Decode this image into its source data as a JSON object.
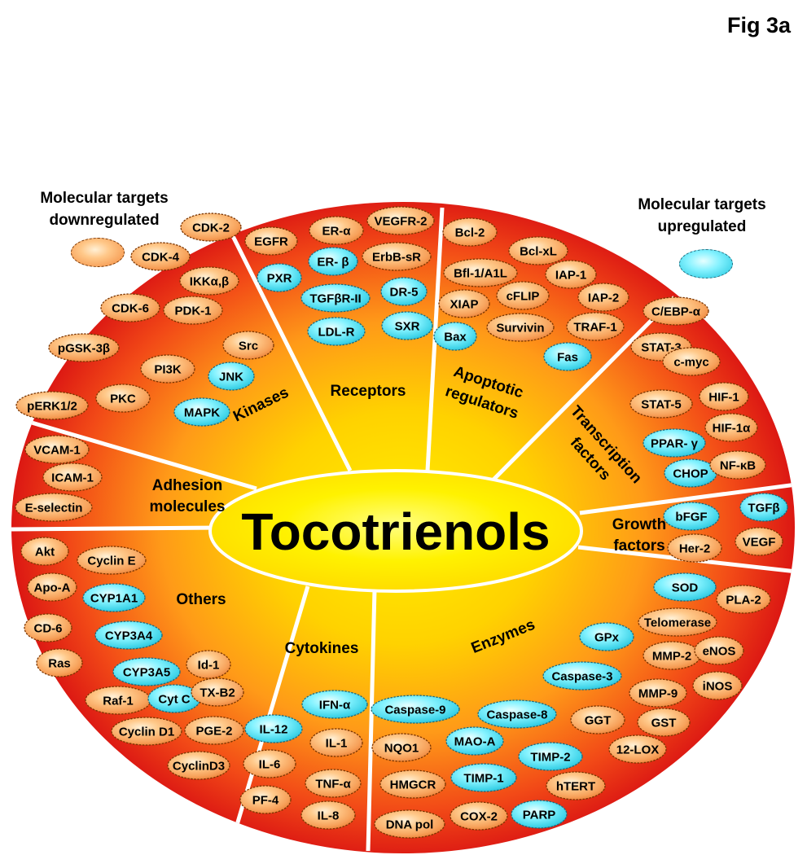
{
  "figure_label": "Fig 3a",
  "legend": {
    "down": [
      "Molecular targets",
      "downregulated"
    ],
    "up": [
      "Molecular targets",
      "upregulated"
    ]
  },
  "center_label": "Tocotrienols",
  "colors": {
    "down_fill": "#f7a15a",
    "up_fill": "#4fd8ec",
    "outer_rim": "#e21f16",
    "inner_glow": "#ffee00",
    "divider": "#ffffff"
  },
  "categories": [
    {
      "name": "kinases",
      "lines": [
        "Kinases"
      ]
    },
    {
      "name": "receptors",
      "lines": [
        "Receptors"
      ]
    },
    {
      "name": "apoptotic-regulators",
      "lines": [
        "Apoptotic",
        "regulators"
      ]
    },
    {
      "name": "transcription-factors",
      "lines": [
        "Transcription",
        "factors"
      ]
    },
    {
      "name": "growth-factors",
      "lines": [
        "Growth",
        "factors"
      ]
    },
    {
      "name": "enzymes",
      "lines": [
        "Enzymes"
      ]
    },
    {
      "name": "cytokines",
      "lines": [
        "Cytokines"
      ]
    },
    {
      "name": "others",
      "lines": [
        "Others"
      ]
    },
    {
      "name": "adhesion-molecules",
      "lines": [
        "Adhesion",
        "molecules"
      ]
    }
  ],
  "targets": [
    {
      "label": "CDK-2",
      "dir": "down"
    },
    {
      "label": "CDK-4",
      "dir": "down"
    },
    {
      "label": "IKKα,β",
      "dir": "down"
    },
    {
      "label": "CDK-6",
      "dir": "down"
    },
    {
      "label": "PDK-1",
      "dir": "down"
    },
    {
      "label": "Src",
      "dir": "down"
    },
    {
      "label": "pGSK-3β",
      "dir": "down"
    },
    {
      "label": "PI3K",
      "dir": "down"
    },
    {
      "label": "JNK",
      "dir": "up"
    },
    {
      "label": "pERK1/2",
      "dir": "down"
    },
    {
      "label": "PKC",
      "dir": "down"
    },
    {
      "label": "MAPK",
      "dir": "up"
    },
    {
      "label": "EGFR",
      "dir": "down"
    },
    {
      "label": "ER-α",
      "dir": "down"
    },
    {
      "label": "VEGFR-2",
      "dir": "down"
    },
    {
      "label": "PXR",
      "dir": "up"
    },
    {
      "label": "ER- β",
      "dir": "up"
    },
    {
      "label": "ErbB-sR",
      "dir": "down"
    },
    {
      "label": "TGFβR-II",
      "dir": "up"
    },
    {
      "label": "DR-5",
      "dir": "up"
    },
    {
      "label": "LDL-R",
      "dir": "up"
    },
    {
      "label": "SXR",
      "dir": "up"
    },
    {
      "label": "Bcl-2",
      "dir": "down"
    },
    {
      "label": "Bcl-xL",
      "dir": "down"
    },
    {
      "label": "Bfl-1/A1L",
      "dir": "down"
    },
    {
      "label": "IAP-1",
      "dir": "down"
    },
    {
      "label": "cFLIP",
      "dir": "down"
    },
    {
      "label": "XIAP",
      "dir": "down"
    },
    {
      "label": "IAP-2",
      "dir": "down"
    },
    {
      "label": "Bax",
      "dir": "up"
    },
    {
      "label": "Survivin",
      "dir": "down"
    },
    {
      "label": "TRAF-1",
      "dir": "down"
    },
    {
      "label": "Fas",
      "dir": "up"
    },
    {
      "label": "C/EBP-α",
      "dir": "down"
    },
    {
      "label": "STAT-3",
      "dir": "down"
    },
    {
      "label": "c-myc",
      "dir": "down"
    },
    {
      "label": "STAT-5",
      "dir": "down"
    },
    {
      "label": "HIF-1",
      "dir": "down"
    },
    {
      "label": "HIF-1α",
      "dir": "down"
    },
    {
      "label": "PPAR- γ",
      "dir": "up"
    },
    {
      "label": "CHOP",
      "dir": "up"
    },
    {
      "label": "NF-κB",
      "dir": "down"
    },
    {
      "label": "bFGF",
      "dir": "up"
    },
    {
      "label": "TGFβ",
      "dir": "up"
    },
    {
      "label": "Her-2",
      "dir": "down"
    },
    {
      "label": "VEGF",
      "dir": "down"
    },
    {
      "label": "VCAM-1",
      "dir": "down"
    },
    {
      "label": "ICAM-1",
      "dir": "down"
    },
    {
      "label": "E-selectin",
      "dir": "down"
    },
    {
      "label": "Akt",
      "dir": "down"
    },
    {
      "label": "Cyclin E",
      "dir": "down"
    },
    {
      "label": "Apo-A",
      "dir": "down"
    },
    {
      "label": "CYP1A1",
      "dir": "up"
    },
    {
      "label": "CD-6",
      "dir": "down"
    },
    {
      "label": "CYP3A4",
      "dir": "up"
    },
    {
      "label": "Ras",
      "dir": "down"
    },
    {
      "label": "CYP3A5",
      "dir": "up"
    },
    {
      "label": "Id-1",
      "dir": "down"
    },
    {
      "label": "Raf-1",
      "dir": "down"
    },
    {
      "label": "Cyt C",
      "dir": "up"
    },
    {
      "label": "TX-B2",
      "dir": "down"
    },
    {
      "label": "Cyclin D1",
      "dir": "down"
    },
    {
      "label": "PGE-2",
      "dir": "down"
    },
    {
      "label": "CyclinD3",
      "dir": "down"
    },
    {
      "label": "IFN-α",
      "dir": "up"
    },
    {
      "label": "IL-12",
      "dir": "up"
    },
    {
      "label": "IL-1",
      "dir": "down"
    },
    {
      "label": "IL-6",
      "dir": "down"
    },
    {
      "label": "TNF-α",
      "dir": "down"
    },
    {
      "label": "PF-4",
      "dir": "down"
    },
    {
      "label": "IL-8",
      "dir": "down"
    },
    {
      "label": "SOD",
      "dir": "up"
    },
    {
      "label": "PLA-2",
      "dir": "down"
    },
    {
      "label": "GPx",
      "dir": "up"
    },
    {
      "label": "Telomerase",
      "dir": "down"
    },
    {
      "label": "MMP-2",
      "dir": "down"
    },
    {
      "label": "eNOS",
      "dir": "down"
    },
    {
      "label": "Caspase-3",
      "dir": "up"
    },
    {
      "label": "MMP-9",
      "dir": "down"
    },
    {
      "label": "iNOS",
      "dir": "down"
    },
    {
      "label": "Caspase-9",
      "dir": "up"
    },
    {
      "label": "Caspase-8",
      "dir": "up"
    },
    {
      "label": "GGT",
      "dir": "down"
    },
    {
      "label": "GST",
      "dir": "down"
    },
    {
      "label": "NQO1",
      "dir": "down"
    },
    {
      "label": "MAO-A",
      "dir": "up"
    },
    {
      "label": "TIMP-2",
      "dir": "up"
    },
    {
      "label": "12-LOX",
      "dir": "down"
    },
    {
      "label": "HMGCR",
      "dir": "down"
    },
    {
      "label": "TIMP-1",
      "dir": "up"
    },
    {
      "label": "hTERT",
      "dir": "down"
    },
    {
      "label": "PARP",
      "dir": "up"
    },
    {
      "label": "DNA pol",
      "dir": "down"
    },
    {
      "label": "COX-2",
      "dir": "down"
    }
  ]
}
